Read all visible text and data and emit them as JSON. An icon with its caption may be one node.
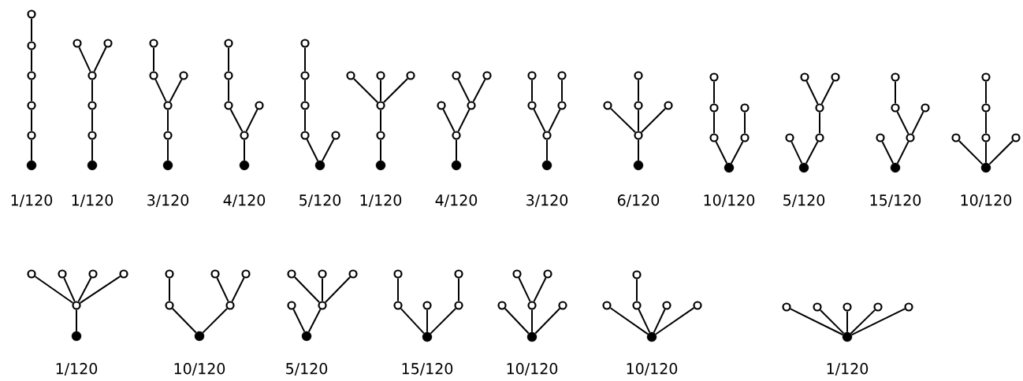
{
  "diagram": {
    "nodes": [
      {
        "text": [],
        "shape": "dot",
        "beside": [
          "1/120"
        ]
      },
      {
        "text": [],
        "shape": "circle"
      },
      {
        "text": [],
        "shape": "circle"
      },
      {
        "text": [],
        "shape": "circle"
      },
      {
        "text": [],
        "shape": "circle"
      },
      {
        "text": [],
        "shape": "circle"
      },
      {
        "text": [],
        "shape": "dot",
        "beside": [
          "1/120"
        ]
      },
      {
        "text": [],
        "shape": "circle"
      },
      {
        "text": [],
        "shape": "circle"
      },
      {
        "text": [],
        "shape": "circle"
      },
      {
        "text": [],
        "shape": "circle"
      },
      {
        "text": [],
        "shape": "circle"
      },
      {
        "text": [],
        "shape": "dot",
        "beside": [
          "3/120"
        ]
      },
      {
        "text": [],
        "shape": "circle"
      },
      {
        "text": [],
        "shape": "circle"
      },
      {
        "text": [],
        "shape": "circle"
      },
      {
        "text": [],
        "shape": "circle"
      },
      {
        "text": [],
        "shape": "circle"
      },
      {
        "text": [],
        "shape": "dot",
        "beside": [
          "4/120"
        ]
      },
      {
        "text": [],
        "shape": "circle"
      },
      {
        "text": [],
        "shape": "circle"
      },
      {
        "text": [],
        "shape": "circle"
      },
      {
        "text": [],
        "shape": "circle"
      },
      {
        "text": [],
        "shape": "circle"
      },
      {
        "text": [],
        "shape": "dot",
        "beside": [
          "5/120"
        ]
      },
      {
        "text": [],
        "shape": "circle"
      },
      {
        "text": [],
        "shape": "circle"
      },
      {
        "text": [],
        "shape": "circle"
      },
      {
        "text": [],
        "shape": "circle"
      },
      {
        "text": [],
        "shape": "circle"
      },
      {
        "text": [],
        "shape": "dot",
        "beside": [
          "1/120"
        ]
      },
      {
        "text": [],
        "shape": "circle"
      },
      {
        "text": [],
        "shape": "circle"
      },
      {
        "text": [],
        "shape": "circle"
      },
      {
        "text": [],
        "shape": "circle"
      },
      {
        "text": [],
        "shape": "circle"
      },
      {
        "text": [],
        "shape": "dot",
        "beside": [
          "4/120"
        ]
      },
      {
        "text": [],
        "shape": "circle"
      },
      {
        "text": [],
        "shape": "circle"
      },
      {
        "text": [],
        "shape": "circle"
      },
      {
        "text": [],
        "shape": "circle"
      },
      {
        "text": [],
        "shape": "circle"
      },
      {
        "text": [],
        "shape": "dot",
        "beside": [
          "3/120"
        ]
      },
      {
        "text": [],
        "shape": "circle"
      },
      {
        "text": [],
        "shape": "circle"
      },
      {
        "text": [],
        "shape": "circle"
      },
      {
        "text": [],
        "shape": "circle"
      },
      {
        "text": [],
        "shape": "circle"
      },
      {
        "text": [],
        "shape": "dot",
        "beside": [
          "6/120"
        ]
      },
      {
        "text": [],
        "shape": "circle"
      },
      {
        "text": [],
        "shape": "circle"
      },
      {
        "text": [],
        "shape": "circle"
      },
      {
        "text": [],
        "shape": "circle"
      },
      {
        "text": [],
        "shape": "circle"
      },
      {
        "text": [],
        "shape": "dot",
        "beside": [
          "10/120"
        ]
      },
      {
        "text": [],
        "shape": "circle"
      },
      {
        "text": [],
        "shape": "circle"
      },
      {
        "text": [],
        "shape": "circle"
      },
      {
        "text": [],
        "shape": "circle"
      },
      {
        "text": [],
        "shape": "circle"
      },
      {
        "text": [],
        "shape": "dot",
        "beside": [
          "5/120"
        ]
      },
      {
        "text": [],
        "shape": "circle"
      },
      {
        "text": [],
        "shape": "circle"
      },
      {
        "text": [],
        "shape": "circle"
      },
      {
        "text": [],
        "shape": "circle"
      },
      {
        "text": [],
        "shape": "circle"
      },
      {
        "text": [],
        "shape": "dot",
        "beside": [
          "15/120"
        ]
      },
      {
        "text": [],
        "shape": "circle"
      },
      {
        "text": [],
        "shape": "circle"
      },
      {
        "text": [],
        "shape": "circle"
      },
      {
        "text": [],
        "shape": "circle"
      },
      {
        "text": [],
        "shape": "circle"
      },
      {
        "text": [],
        "shape": "dot",
        "beside": [
          "10/120"
        ]
      },
      {
        "text": [],
        "shape": "circle"
      },
      {
        "text": [],
        "shape": "circle"
      },
      {
        "text": [],
        "shape": "circle"
      },
      {
        "text": [],
        "shape": "circle"
      },
      {
        "text": [],
        "shape": "circle"
      },
      {
        "text": [],
        "shape": "dot",
        "beside": [
          "1/120"
        ]
      },
      {
        "text": [],
        "shape": "circle"
      },
      {
        "text": [],
        "shape": "circle"
      },
      {
        "text": [],
        "shape": "circle"
      },
      {
        "text": [],
        "shape": "circle"
      },
      {
        "text": [],
        "shape": "circle"
      },
      {
        "text": [],
        "shape": "dot",
        "beside": [
          "10/120"
        ]
      },
      {
        "text": [],
        "shape": "circle"
      },
      {
        "text": [],
        "shape": "circle"
      },
      {
        "text": [],
        "shape": "circle"
      },
      {
        "text": [],
        "shape": "circle"
      },
      {
        "text": [],
        "shape": "circle"
      },
      {
        "text": [],
        "shape": "dot",
        "beside": [
          "5/120"
        ]
      },
      {
        "text": [],
        "shape": "circle"
      },
      {
        "text": [],
        "shape": "circle"
      },
      {
        "text": [],
        "shape": "circle"
      },
      {
        "text": [],
        "shape": "circle"
      },
      {
        "text": [],
        "shape": "circle"
      },
      {
        "text": [],
        "shape": "dot",
        "beside": [
          "15/120"
        ]
      },
      {
        "text": [],
        "shape": "circle"
      },
      {
        "text": [],
        "shape": "circle"
      },
      {
        "text": [],
        "shape": "circle"
      },
      {
        "text": [],
        "shape": "circle"
      },
      {
        "text": [],
        "shape": "circle"
      },
      {
        "text": [],
        "shape": "dot",
        "beside": [
          "10/120"
        ]
      },
      {
        "text": [],
        "shape": "circle"
      },
      {
        "text": [],
        "shape": "circle"
      },
      {
        "text": [],
        "shape": "circle"
      },
      {
        "text": [],
        "shape": "circle"
      },
      {
        "text": [],
        "shape": "circle"
      },
      {
        "text": [],
        "shape": "dot",
        "beside": [
          "10/120"
        ]
      },
      {
        "text": [],
        "shape": "circle"
      },
      {
        "text": [],
        "shape": "circle"
      },
      {
        "text": [],
        "shape": "circle"
      },
      {
        "text": [],
        "shape": "circle"
      },
      {
        "text": [],
        "shape": "circle"
      },
      {
        "text": [],
        "shape": "dot",
        "beside": [
          "1/120"
        ]
      },
      {
        "text": [],
        "shape": "circle"
      },
      {
        "text": [],
        "shape": "circle"
      },
      {
        "text": [],
        "shape": "circle"
      },
      {
        "text": [],
        "shape": "circle"
      },
      {
        "text": [],
        "shape": "circle"
      }
    ],
    "edges": [
      {
        "from": 0,
        "to": 1,
        "arrow": "none"
      },
      {
        "from": 1,
        "to": 2,
        "arrow": "none"
      },
      {
        "from": 2,
        "to": 3,
        "arrow": "none"
      },
      {
        "from": 3,
        "to": 4,
        "arrow": "none"
      },
      {
        "from": 4,
        "to": 5,
        "arrow": "none"
      },
      {
        "from": 6,
        "to": 7,
        "arrow": "none"
      },
      {
        "from": 7,
        "to": 8,
        "arrow": "none"
      },
      {
        "from": 8,
        "to": 9,
        "arrow": "none"
      },
      {
        "from": 9,
        "to": 10,
        "arrow": "none"
      },
      {
        "from": 9,
        "to": 11,
        "arrow": "none"
      },
      {
        "from": 12,
        "to": 13,
        "arrow": "none"
      },
      {
        "from": 13,
        "to": 14,
        "arrow": "none"
      },
      {
        "from": 14,
        "to": 15,
        "arrow": "none"
      },
      {
        "from": 14,
        "to": 16,
        "arrow": "none"
      },
      {
        "from": 15,
        "to": 17,
        "arrow": "none"
      },
      {
        "from": 18,
        "to": 19,
        "arrow": "none"
      },
      {
        "from": 19,
        "to": 20,
        "arrow": "none"
      },
      {
        "from": 19,
        "to": 21,
        "arrow": "none"
      },
      {
        "from": 20,
        "to": 22,
        "arrow": "none"
      },
      {
        "from": 22,
        "to": 23,
        "arrow": "none"
      },
      {
        "from": 24,
        "to": 25,
        "arrow": "none"
      },
      {
        "from": 24,
        "to": 26,
        "arrow": "none"
      },
      {
        "from": 25,
        "to": 27,
        "arrow": "none"
      },
      {
        "from": 27,
        "to": 28,
        "arrow": "none"
      },
      {
        "from": 28,
        "to": 29,
        "arrow": "none"
      },
      {
        "from": 30,
        "to": 31,
        "arrow": "none"
      },
      {
        "from": 31,
        "to": 32,
        "arrow": "none"
      },
      {
        "from": 32,
        "to": 33,
        "arrow": "none"
      },
      {
        "from": 32,
        "to": 34,
        "arrow": "none"
      },
      {
        "from": 32,
        "to": 35,
        "arrow": "none"
      },
      {
        "from": 36,
        "to": 37,
        "arrow": "none"
      },
      {
        "from": 37,
        "to": 38,
        "arrow": "none"
      },
      {
        "from": 37,
        "to": 39,
        "arrow": "none"
      },
      {
        "from": 39,
        "to": 40,
        "arrow": "none"
      },
      {
        "from": 39,
        "to": 41,
        "arrow": "none"
      },
      {
        "from": 42,
        "to": 43,
        "arrow": "none"
      },
      {
        "from": 43,
        "to": 44,
        "arrow": "none"
      },
      {
        "from": 43,
        "to": 45,
        "arrow": "none"
      },
      {
        "from": 44,
        "to": 46,
        "arrow": "none"
      },
      {
        "from": 45,
        "to": 47,
        "arrow": "none"
      },
      {
        "from": 48,
        "to": 49,
        "arrow": "none"
      },
      {
        "from": 49,
        "to": 50,
        "arrow": "none"
      },
      {
        "from": 49,
        "to": 51,
        "arrow": "none"
      },
      {
        "from": 49,
        "to": 52,
        "arrow": "none"
      },
      {
        "from": 51,
        "to": 53,
        "arrow": "none"
      },
      {
        "from": 54,
        "to": 55,
        "arrow": "none"
      },
      {
        "from": 54,
        "to": 56,
        "arrow": "none"
      },
      {
        "from": 55,
        "to": 57,
        "arrow": "none"
      },
      {
        "from": 57,
        "to": 58,
        "arrow": "none"
      },
      {
        "from": 56,
        "to": 59,
        "arrow": "none"
      },
      {
        "from": 60,
        "to": 61,
        "arrow": "none"
      },
      {
        "from": 60,
        "to": 62,
        "arrow": "none"
      },
      {
        "from": 62,
        "to": 63,
        "arrow": "none"
      },
      {
        "from": 63,
        "to": 64,
        "arrow": "none"
      },
      {
        "from": 63,
        "to": 65,
        "arrow": "none"
      },
      {
        "from": 66,
        "to": 67,
        "arrow": "none"
      },
      {
        "from": 66,
        "to": 68,
        "arrow": "none"
      },
      {
        "from": 68,
        "to": 69,
        "arrow": "none"
      },
      {
        "from": 68,
        "to": 70,
        "arrow": "none"
      },
      {
        "from": 69,
        "to": 71,
        "arrow": "none"
      },
      {
        "from": 72,
        "to": 73,
        "arrow": "none"
      },
      {
        "from": 72,
        "to": 74,
        "arrow": "none"
      },
      {
        "from": 72,
        "to": 75,
        "arrow": "none"
      },
      {
        "from": 74,
        "to": 76,
        "arrow": "none"
      },
      {
        "from": 76,
        "to": 77,
        "arrow": "none"
      },
      {
        "from": 78,
        "to": 79,
        "arrow": "none"
      },
      {
        "from": 79,
        "to": 80,
        "arrow": "none"
      },
      {
        "from": 79,
        "to": 81,
        "arrow": "none"
      },
      {
        "from": 79,
        "to": 82,
        "arrow": "none"
      },
      {
        "from": 79,
        "to": 83,
        "arrow": "none"
      },
      {
        "from": 84,
        "to": 85,
        "arrow": "none"
      },
      {
        "from": 84,
        "to": 86,
        "arrow": "none"
      },
      {
        "from": 85,
        "to": 87,
        "arrow": "none"
      },
      {
        "from": 86,
        "to": 88,
        "arrow": "none"
      },
      {
        "from": 86,
        "to": 89,
        "arrow": "none"
      },
      {
        "from": 90,
        "to": 91,
        "arrow": "none"
      },
      {
        "from": 90,
        "to": 92,
        "arrow": "none"
      },
      {
        "from": 92,
        "to": 93,
        "arrow": "none"
      },
      {
        "from": 92,
        "to": 94,
        "arrow": "none"
      },
      {
        "from": 92,
        "to": 95,
        "arrow": "none"
      },
      {
        "from": 96,
        "to": 97,
        "arrow": "none"
      },
      {
        "from": 96,
        "to": 98,
        "arrow": "none"
      },
      {
        "from": 96,
        "to": 99,
        "arrow": "none"
      },
      {
        "from": 97,
        "to": 100,
        "arrow": "none"
      },
      {
        "from": 99,
        "to": 101,
        "arrow": "none"
      },
      {
        "from": 102,
        "to": 103,
        "arrow": "none"
      },
      {
        "from": 102,
        "to": 104,
        "arrow": "none"
      },
      {
        "from": 102,
        "to": 105,
        "arrow": "none"
      },
      {
        "from": 104,
        "to": 106,
        "arrow": "none"
      },
      {
        "from": 104,
        "to": 107,
        "arrow": "none"
      },
      {
        "from": 108,
        "to": 109,
        "arrow": "none"
      },
      {
        "from": 108,
        "to": 110,
        "arrow": "none"
      },
      {
        "from": 108,
        "to": 111,
        "arrow": "none"
      },
      {
        "from": 108,
        "to": 112,
        "arrow": "none"
      },
      {
        "from": 110,
        "to": 113,
        "arrow": "none"
      },
      {
        "from": 114,
        "to": 115,
        "arrow": "none"
      },
      {
        "from": 114,
        "to": 116,
        "arrow": "none"
      },
      {
        "from": 114,
        "to": 117,
        "arrow": "none"
      },
      {
        "from": 114,
        "to": 118,
        "arrow": "none"
      },
      {
        "from": 114,
        "to": 119,
        "arrow": "none"
      }
    ]
  }
}
